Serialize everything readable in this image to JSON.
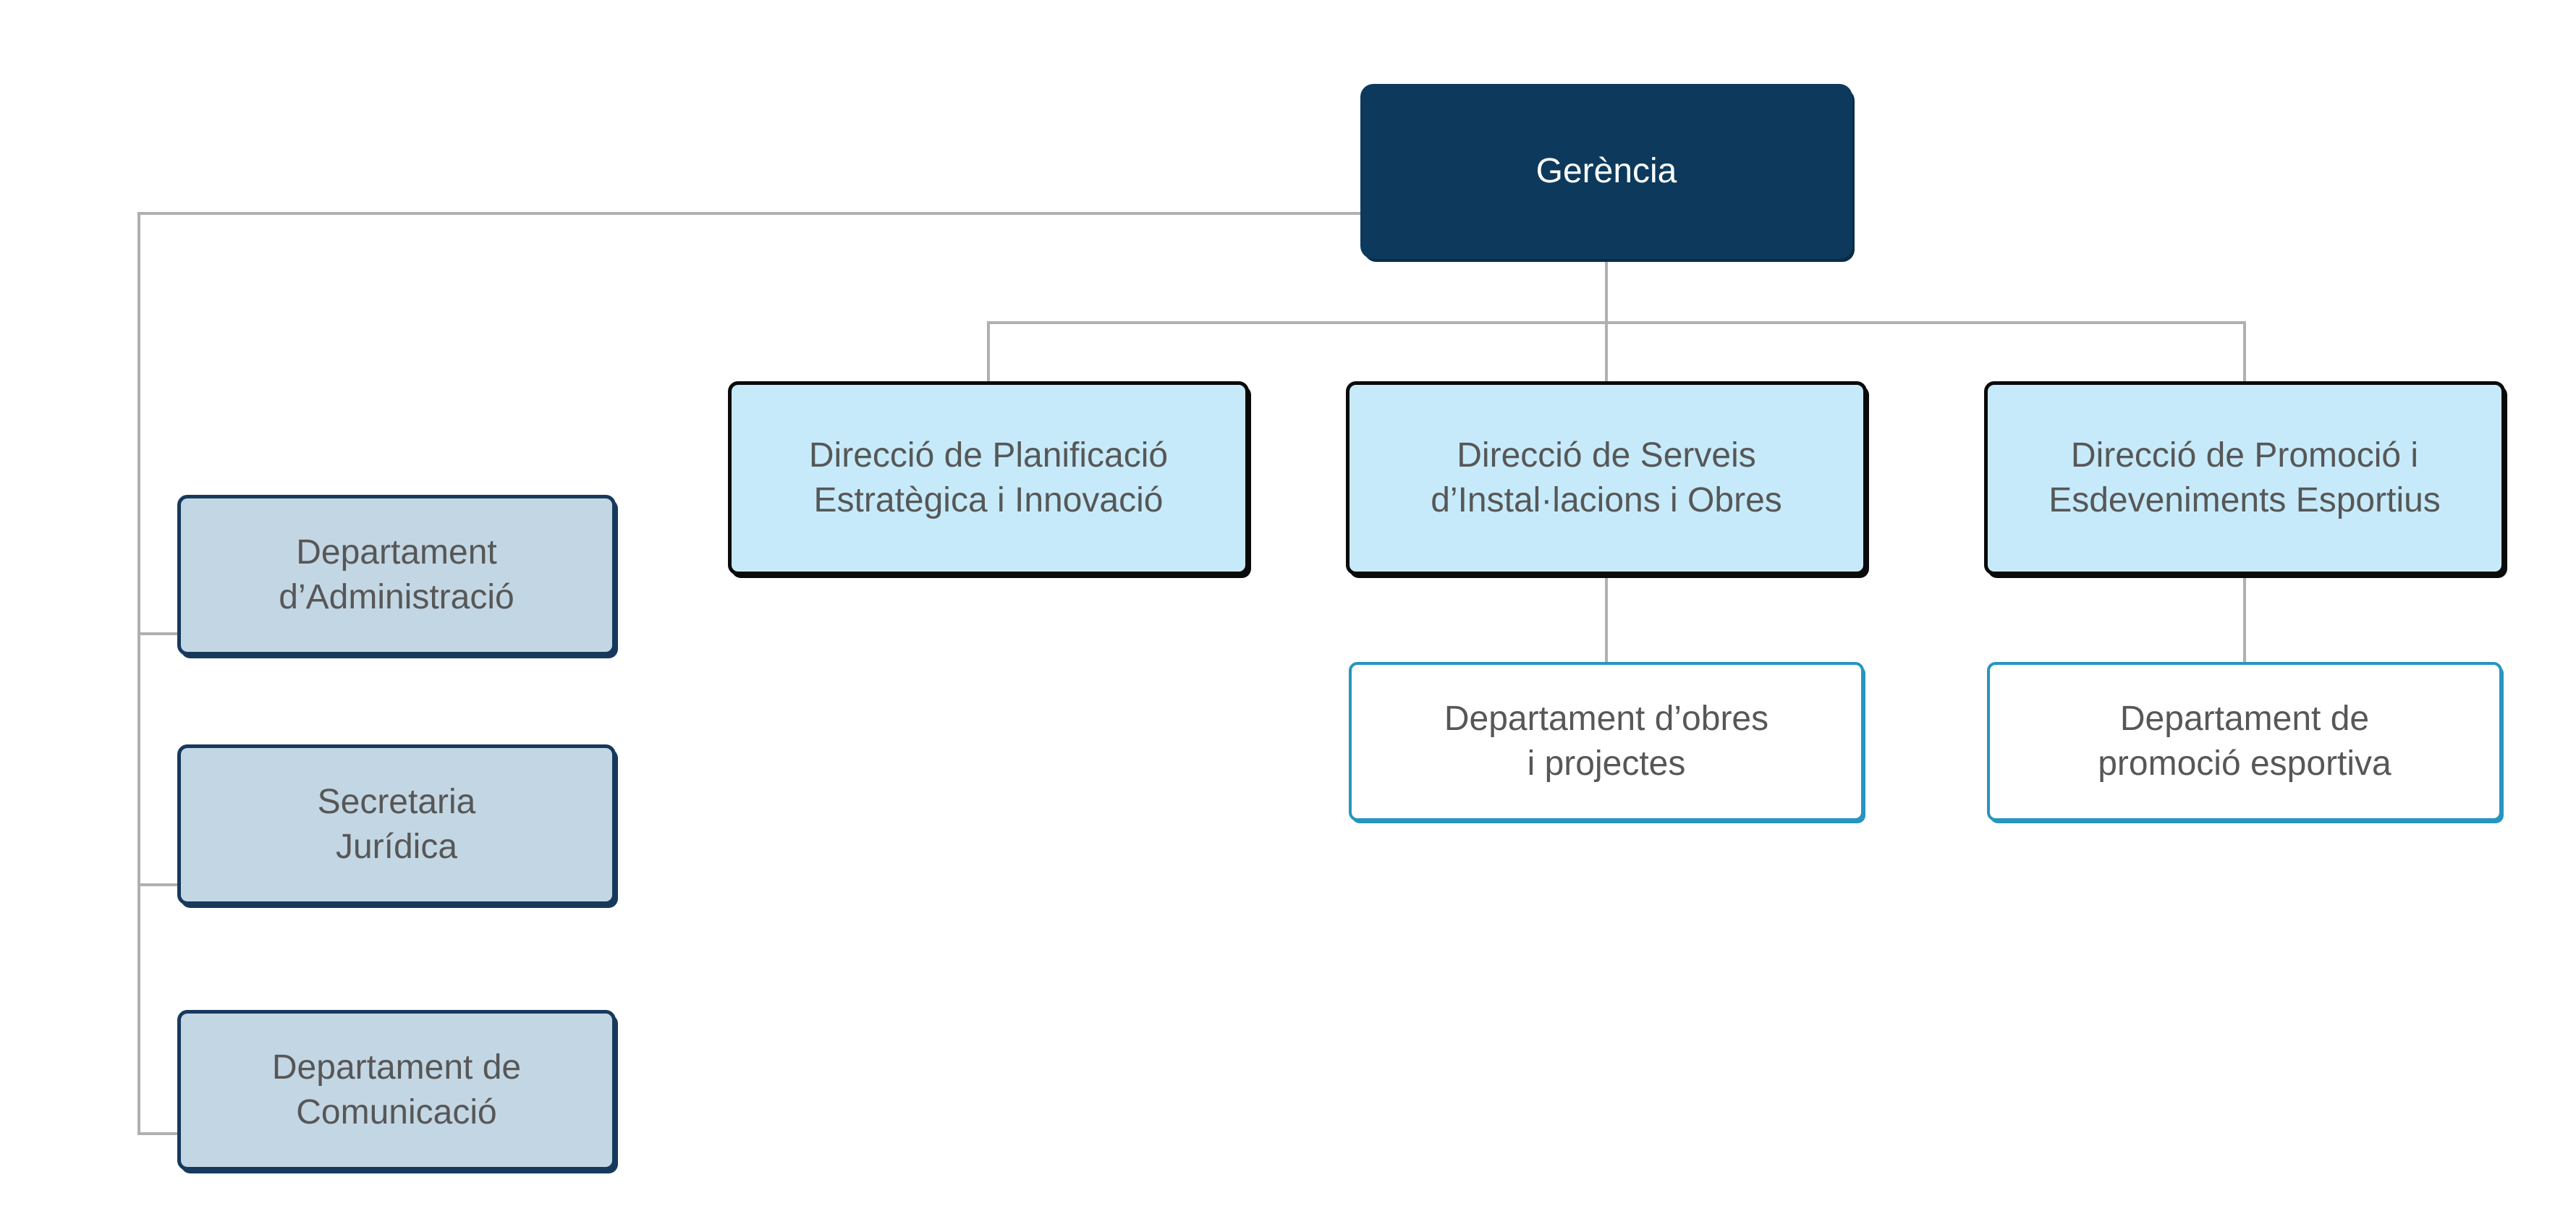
{
  "org_chart": {
    "root": {
      "label": "Gerència"
    },
    "staff": [
      {
        "label": "Departament\nd’Administració"
      },
      {
        "label": "Secretaria\nJurídica"
      },
      {
        "label": "Departament de\nComunicació"
      }
    ],
    "directions": [
      {
        "label": "Direcció de Planificació\nEstratègica i Innovació"
      },
      {
        "label": "Direcció de Serveis\nd’Instal·lacions i Obres",
        "department": {
          "label": "Departament d’obres\ni projectes"
        }
      },
      {
        "label": "Direcció de Promoció i\nEsdeveniments Esportius",
        "department": {
          "label": "Departament de\npromoció esportiva"
        }
      }
    ],
    "colors": {
      "root-fill": "#0D3A5C",
      "root-text": "#FFFFFF",
      "staff-fill": "#C3D6E3",
      "staff-border": "#17395C",
      "direction-fill": "#C6EAF9",
      "direction-border": "#0A0A0A",
      "department-fill": "#FFFFFF",
      "department-border": "#2795C1",
      "connector": "#B0B0B0",
      "text": "#575757"
    }
  }
}
